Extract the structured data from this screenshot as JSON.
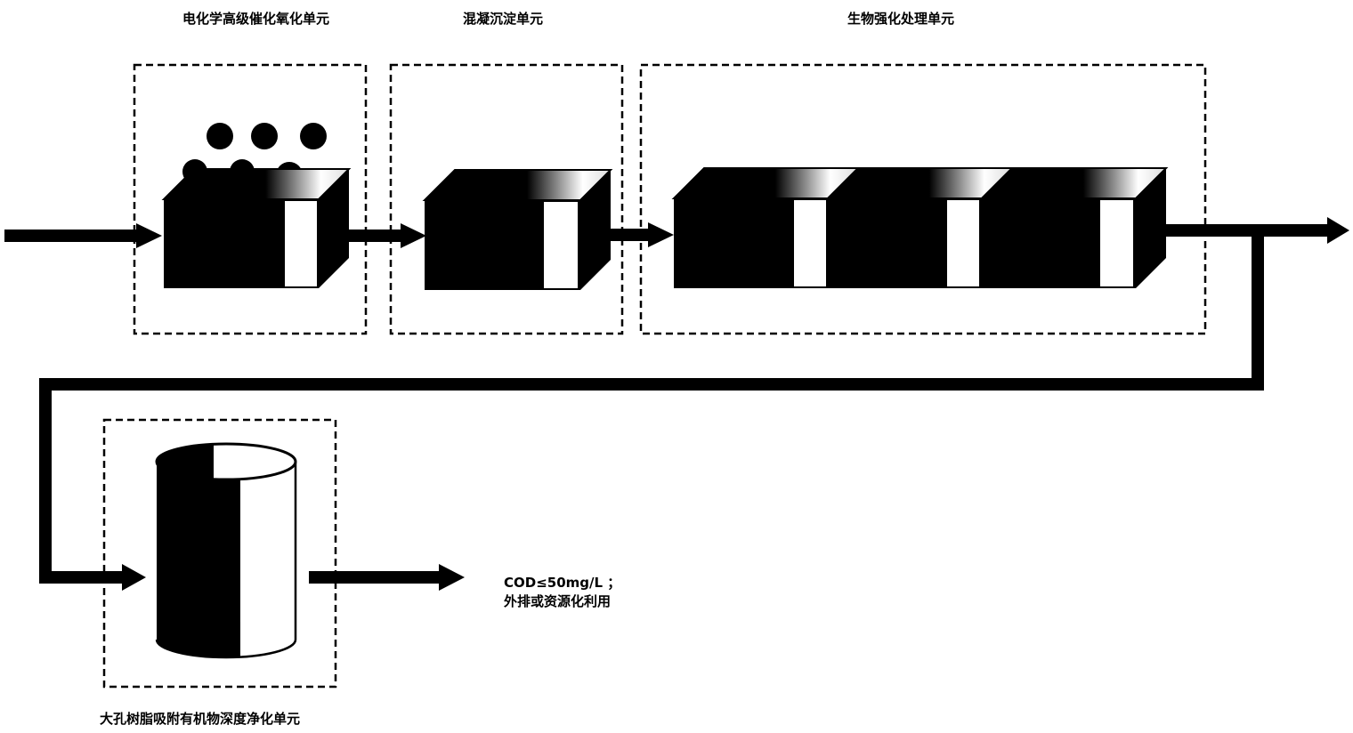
{
  "units": {
    "electro_oxidation": "电化学高级催化氧化单元",
    "coagulation": "混凝沉淀单元",
    "biochem": "生物强化处理单元",
    "resin": "大孔树脂吸附有机物深度净化单元"
  },
  "output": {
    "line1": "COD≤50mg/L ；",
    "line2": "外排或资源化利用"
  },
  "colors": {
    "ink": "#000000",
    "face_light": "#ffffff",
    "background": "#ffffff"
  }
}
